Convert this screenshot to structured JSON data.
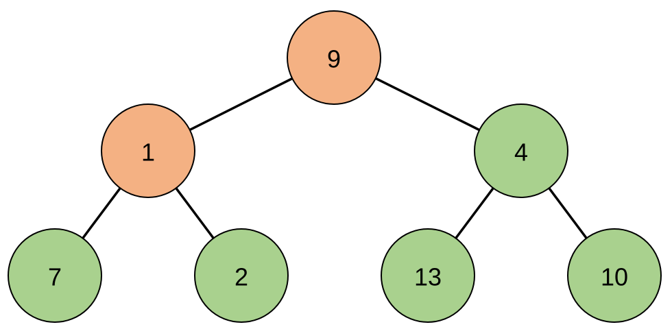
{
  "tree": {
    "colors": {
      "highlight_fill": "#f4b183",
      "normal_fill": "#a9d18e",
      "outline": "#000000"
    },
    "nodes": [
      {
        "id": "n9",
        "label": "9",
        "state": "highlight"
      },
      {
        "id": "n1",
        "label": "1",
        "state": "highlight"
      },
      {
        "id": "n4",
        "label": "4",
        "state": "normal"
      },
      {
        "id": "n7",
        "label": "7",
        "state": "normal"
      },
      {
        "id": "n2",
        "label": "2",
        "state": "normal"
      },
      {
        "id": "n13",
        "label": "13",
        "state": "normal"
      },
      {
        "id": "n10",
        "label": "10",
        "state": "normal"
      }
    ],
    "edges": [
      {
        "from": "n9",
        "to": "n1"
      },
      {
        "from": "n9",
        "to": "n4"
      },
      {
        "from": "n1",
        "to": "n7"
      },
      {
        "from": "n1",
        "to": "n2"
      },
      {
        "from": "n4",
        "to": "n13"
      },
      {
        "from": "n4",
        "to": "n10"
      }
    ]
  }
}
